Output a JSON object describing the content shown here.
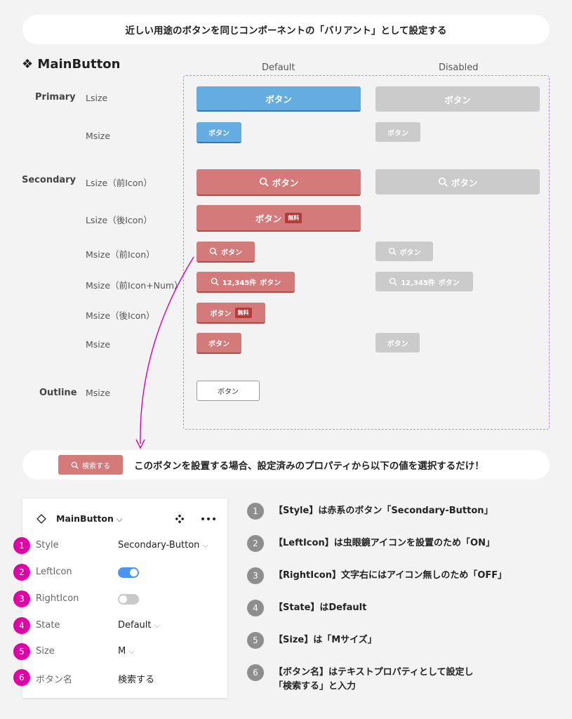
{
  "banner_top": "近しい用途のボタンを同じコンポーネントの「バリアント」として設定する",
  "component": {
    "icon": "❖",
    "name": "MainButton"
  },
  "columns": {
    "default": "Default",
    "disabled": "Disabled"
  },
  "categories": {
    "primary": "Primary",
    "secondary": "Secondary",
    "outline": "Outline"
  },
  "rows": {
    "lsize": "Lsize",
    "msize": "Msize",
    "lsize_pre": "Lsize（前Icon）",
    "lsize_post": "Lsize（後Icon）",
    "msize_pre": "Msize（前Icon）",
    "msize_pre_num": "Msize（前Icon+Num）",
    "msize_post": "Msize（後Icon）",
    "msize2": "Msize",
    "outline_msize": "Msize"
  },
  "button": {
    "label": "ボタン",
    "badge": "無料",
    "count": "12,345件",
    "search_label": "検索する"
  },
  "banner_bottom": "このボタンを設置する場合、設定済みのプロパティから以下の値を選択するだけ！",
  "panel": {
    "title": "MainButton",
    "props": [
      {
        "num": "1",
        "label": "Style",
        "value": "Secondary-Button"
      },
      {
        "num": "2",
        "label": "LeftIcon",
        "toggle": "on"
      },
      {
        "num": "3",
        "label": "RightIcon",
        "toggle": "off"
      },
      {
        "num": "4",
        "label": "State",
        "value": "Default"
      },
      {
        "num": "5",
        "label": "Size",
        "value": "M"
      },
      {
        "num": "6",
        "label": "ボタン名",
        "value": "検索する"
      }
    ]
  },
  "descriptions": [
    {
      "num": "1",
      "text": "【Style】は赤系のボタン「Secondary-Button」"
    },
    {
      "num": "2",
      "text": "【LeftIcon】は虫眼鏡アイコンを設置のため「ON」"
    },
    {
      "num": "3",
      "text": "【RightIcon】文字右にはアイコン無しのため「OFF」"
    },
    {
      "num": "4",
      "text": "【State】はDefault"
    },
    {
      "num": "5",
      "text": "【Size】は「Mサイズ」"
    },
    {
      "num": "6",
      "text": "【ボタン名】はテキストプロパティとして設定し\n「検索する」と入力"
    }
  ],
  "colors": {
    "primary": "#65ace0",
    "secondary": "#d47a7a",
    "disabled": "#cbcbcb",
    "accent_pink": "#e000a8",
    "frame": "#b48bf2",
    "toggle_on": "#4b95ef"
  }
}
